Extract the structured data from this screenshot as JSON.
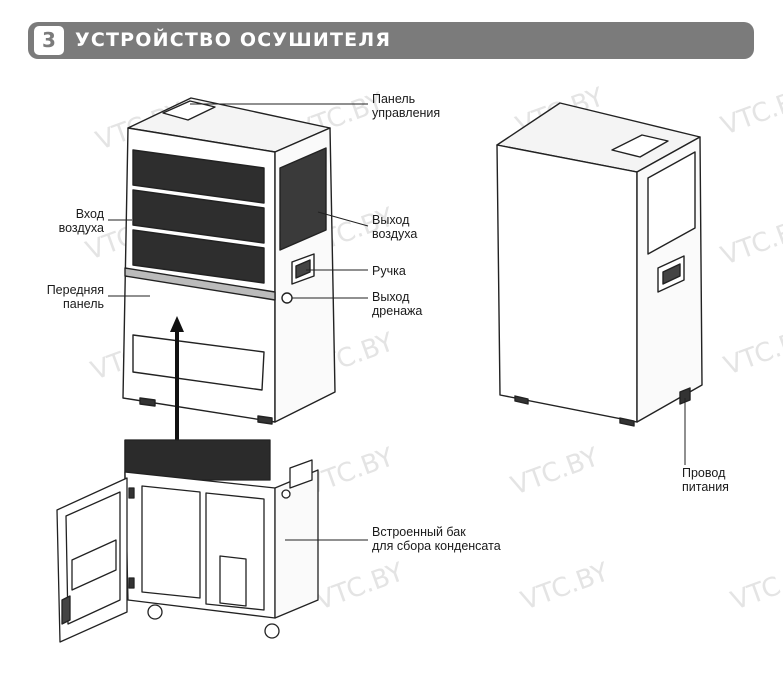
{
  "header": {
    "number": "3",
    "title": "УСТРОЙСТВО ОСУШИТЕЛЯ"
  },
  "labels": {
    "control_panel": [
      "Панель",
      "управления"
    ],
    "air_inlet": [
      "Вход",
      "воздуха"
    ],
    "air_outlet": [
      "Выход",
      "воздуха"
    ],
    "handle": [
      "Ручка"
    ],
    "front_panel": [
      "Передняя",
      "панель"
    ],
    "drain_outlet": [
      "Выход",
      "дренажа"
    ],
    "power_cord": [
      "Провод",
      "питания"
    ],
    "tank": [
      "Встроенный бак",
      "для сбора конденсата"
    ]
  },
  "watermark": "VTC.BY",
  "colors": {
    "header_bg": "#7b7b7b",
    "line": "#222222",
    "watermark": "#e4e4e4"
  }
}
